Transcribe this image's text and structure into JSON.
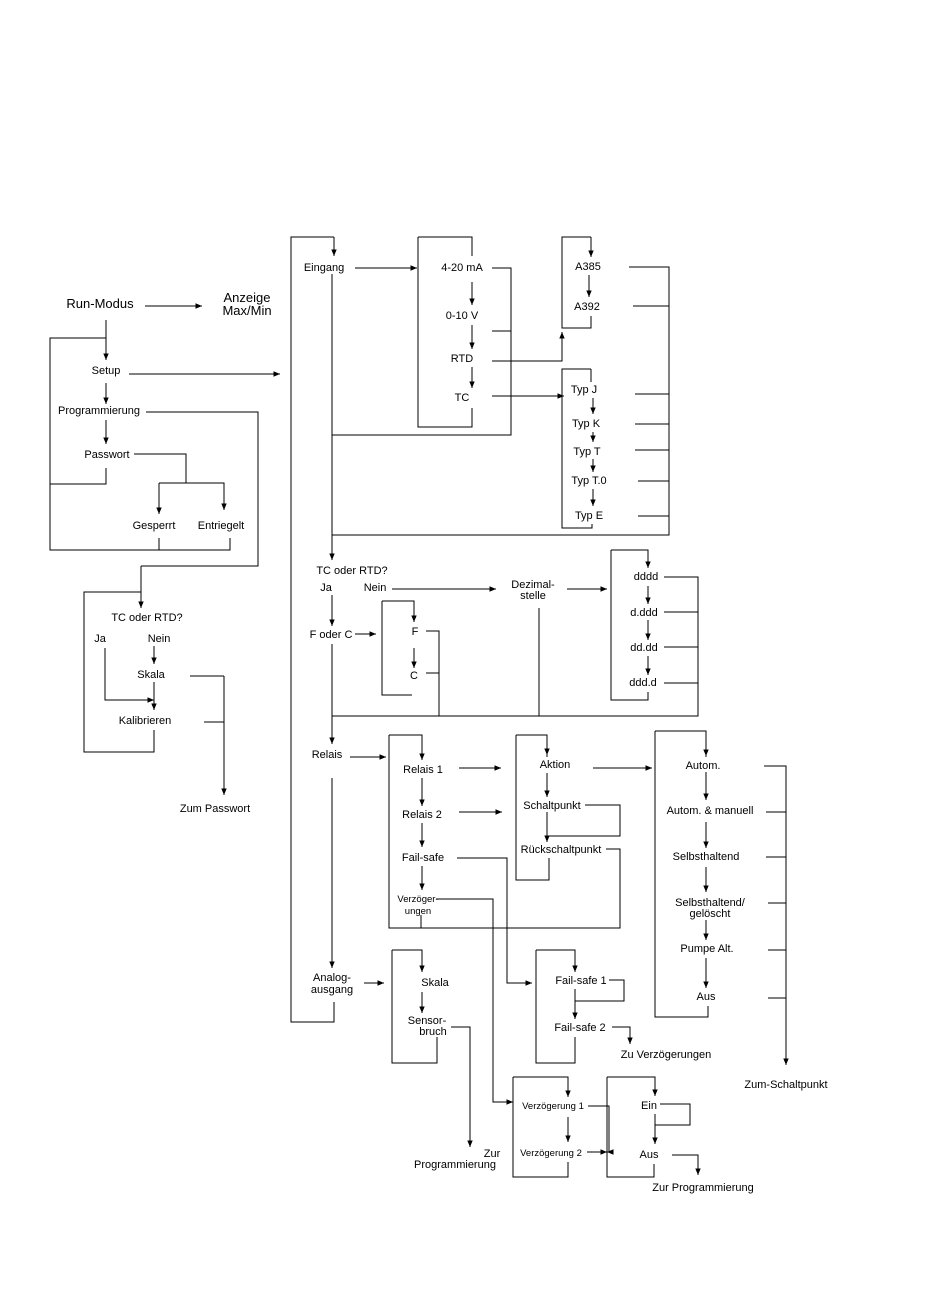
{
  "labels": {
    "run_mode": "Run-Modus",
    "display_maxmin": [
      "Anzeige",
      "Max/Min"
    ],
    "setup": "Setup",
    "programming": "Programmierung",
    "password": "Passwort",
    "locked": "Gesperrt",
    "unlocked": "Entriegelt",
    "tc_or_rtd_left": "TC oder RTD?",
    "yes_left": "Ja",
    "no_left": "Nein",
    "scale_left": "Skala",
    "calibrate": "Kalibrieren",
    "to_password": "Zum Passwort",
    "input": "Eingang",
    "in_4_20": "4-20 mA",
    "in_0_10": "0-10 V",
    "in_rtd": "RTD",
    "in_tc": "TC",
    "a385": "A385",
    "a392": "A392",
    "type_j": "Typ J",
    "type_k": "Typ K",
    "type_t": "Typ T",
    "type_t0": "Typ T.0",
    "type_e": "Typ E",
    "tc_or_rtd_mid": "TC oder RTD?",
    "yes_mid": "Ja",
    "no_mid": "Nein",
    "decimal": [
      "Dezimal-",
      "stelle"
    ],
    "dec_1": "dddd",
    "dec_2": "d.ddd",
    "dec_3": "dd.dd",
    "dec_4": "ddd.d",
    "f_or_c": "F oder C",
    "unit_f": "F",
    "unit_c": "C",
    "relays": "Relais",
    "relay_1": "Relais 1",
    "relay_2": "Relais 2",
    "failsafe": "Fail-safe",
    "delays": [
      "Verzöger-",
      "ungen"
    ],
    "action": "Aktion",
    "setpoint": "Schaltpunkt",
    "reset_point": "Rückschaltpunkt",
    "auto": "Autom.",
    "auto_manual": "Autom. & manuell",
    "latching": "Selbsthaltend",
    "latching_cleared": [
      "Selbsthaltend/",
      "gelöscht"
    ],
    "pump_alt": "Pumpe Alt.",
    "off_mode": "Aus",
    "to_setpoint": "Zum-Schaltpunkt",
    "analog_output": [
      "Analog-",
      "ausgang"
    ],
    "scale_analog": "Skala",
    "sensor_break": [
      "Sensor-",
      "bruch"
    ],
    "failsafe_1": "Fail-safe 1",
    "failsafe_2": "Fail-safe 2",
    "to_delays": "Zu Verzögerungen",
    "delay_1": "Verzögerung 1",
    "delay_2": "Verzögerung 2",
    "on": "Ein",
    "off": "Aus",
    "to_programming_a": [
      "Zur",
      "Programmierung"
    ],
    "to_programming_b": "Zur Programmierung"
  }
}
